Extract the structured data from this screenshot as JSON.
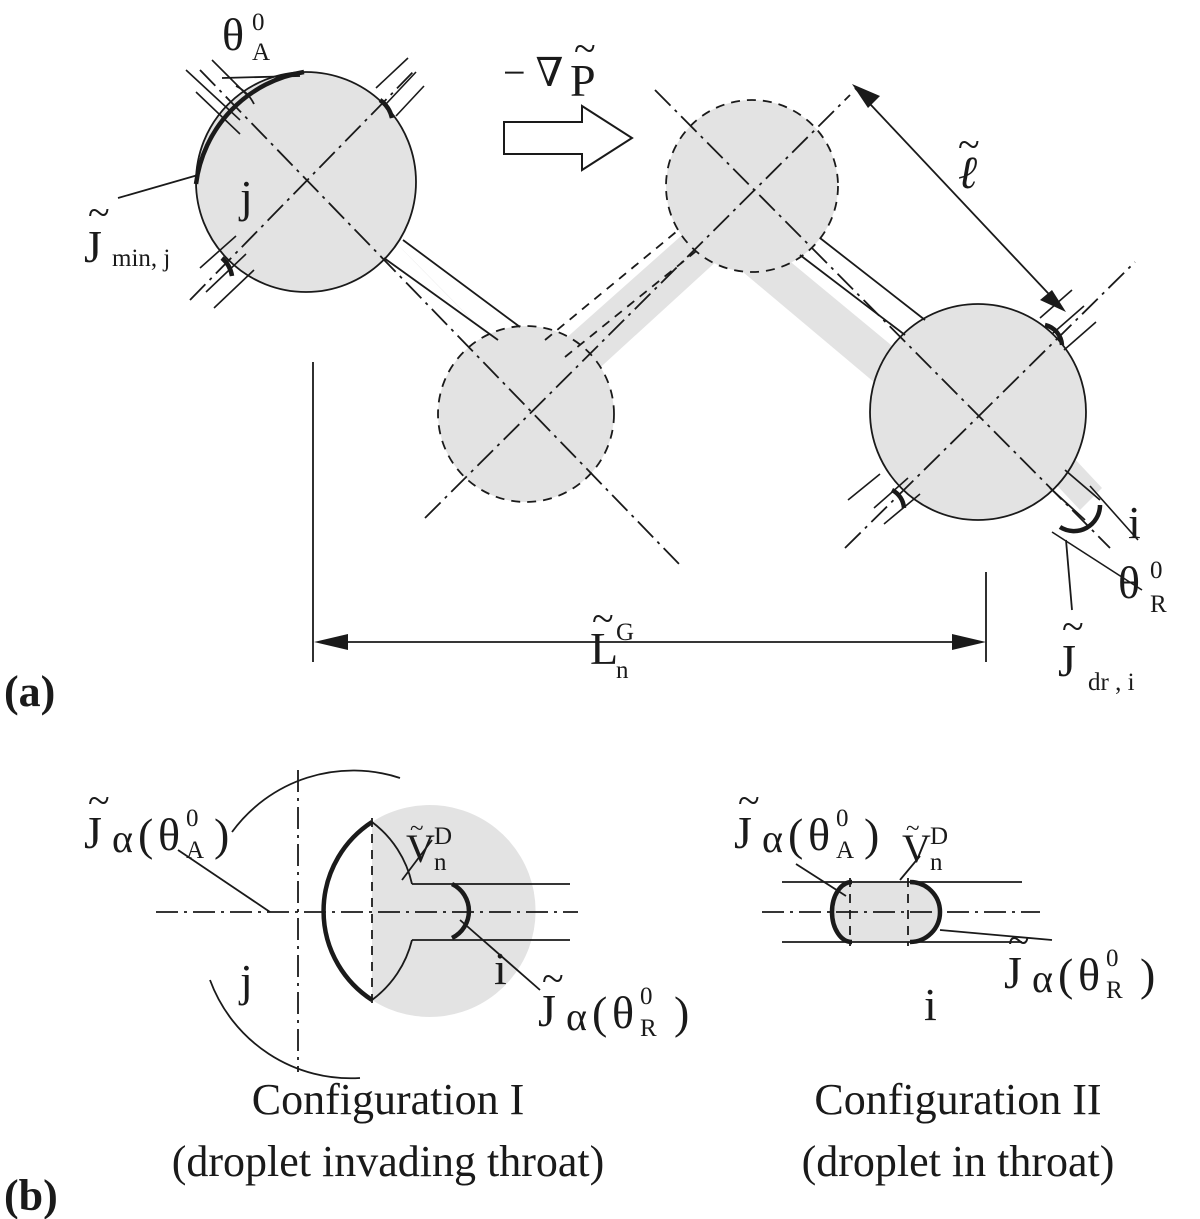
{
  "panels": {
    "a": "(a)",
    "b": "(b)"
  },
  "flow_label": {
    "prefix": "− ∇",
    "symbol": "P",
    "tilde": "~"
  },
  "pore_j_label": "j",
  "pore_i_label": "i",
  "theta_A": {
    "symbol": "θ",
    "sup": "0",
    "sub": "A"
  },
  "theta_R": {
    "symbol": "θ",
    "sup": "0",
    "sub": "R"
  },
  "J_min": {
    "symbol": "J",
    "tilde": "~",
    "sub": "min, j"
  },
  "J_dr": {
    "symbol": "J",
    "tilde": "~",
    "sub": "dr , i"
  },
  "ell": {
    "symbol": "ℓ",
    "tilde": "~"
  },
  "L_n": {
    "symbol": "L",
    "tilde": "~",
    "sup": "G",
    "sub": "n"
  },
  "V_n": {
    "symbol": "V",
    "tilde": "~",
    "sup": "D",
    "sub": "n"
  },
  "J_alpha": {
    "symbol": "J",
    "tilde": "~",
    "greek": "α",
    "open": "(",
    "close": ")",
    "theta": "θ",
    "sup": "0",
    "subA": "A",
    "subR": "R"
  },
  "config1": {
    "title": "Configuration I",
    "desc": "(droplet invading throat)",
    "j": "j",
    "i": "i"
  },
  "config2": {
    "title": "Configuration II",
    "desc": "(droplet in throat)",
    "i": "i"
  }
}
